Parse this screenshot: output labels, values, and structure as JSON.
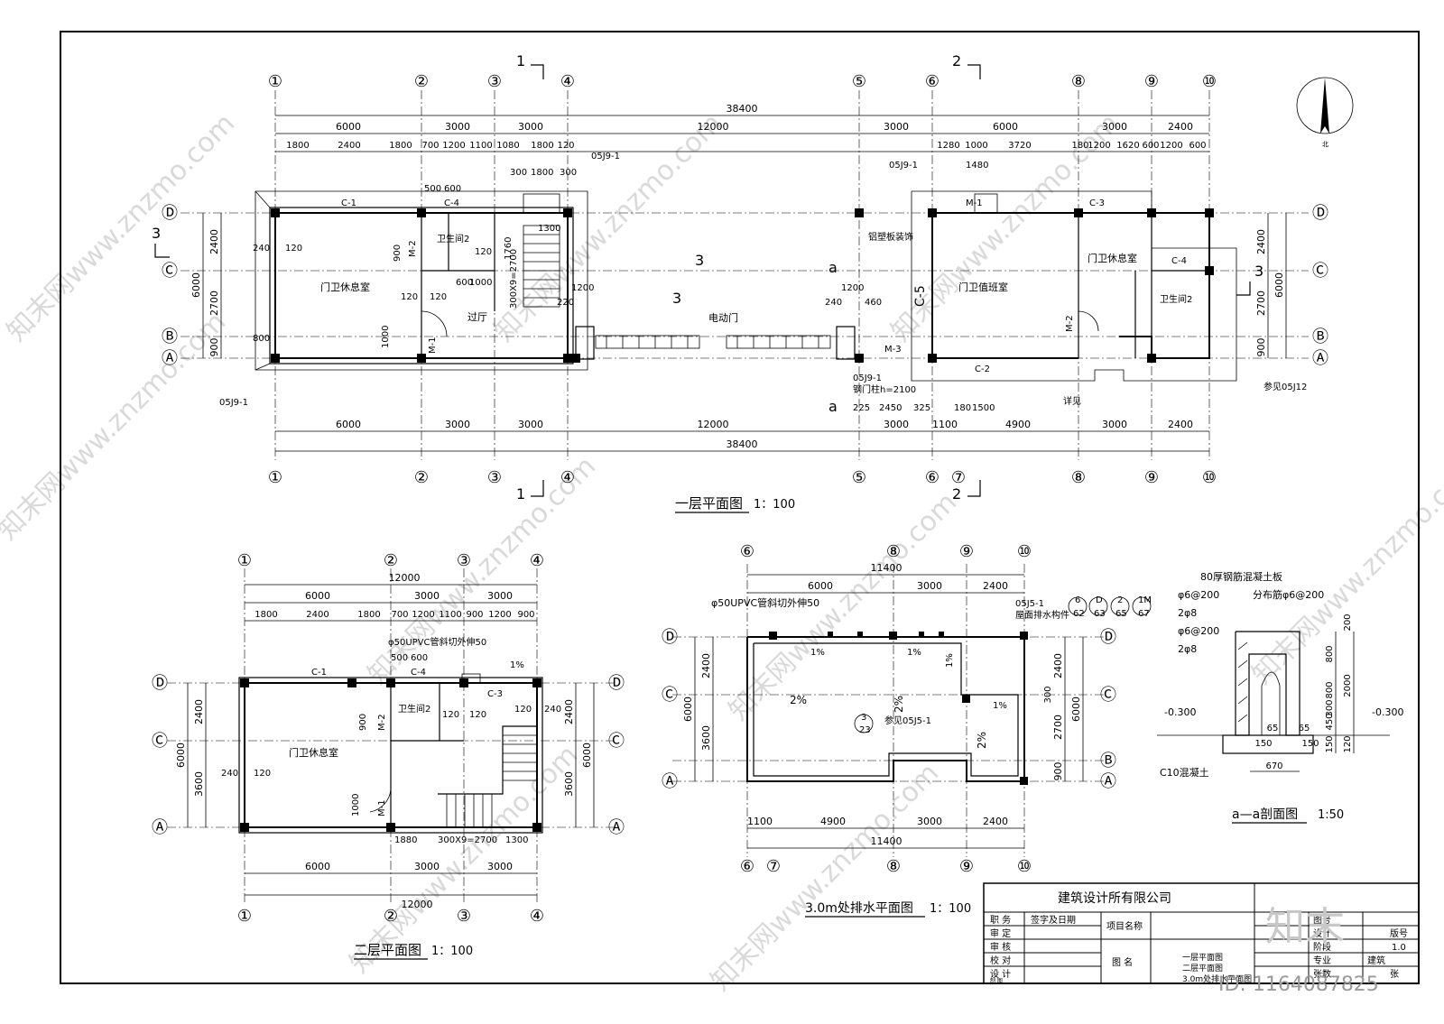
{
  "drawing": {
    "north_label": "北",
    "sheet_id": "ID: 1164087825",
    "logo_text": "知末",
    "watermark": "知末网www.znzmo.com"
  },
  "plan1": {
    "title": "一层平面图",
    "scale": "1：100",
    "axes_num": [
      "①",
      "②",
      "③",
      "④",
      "⑤",
      "⑥",
      "⑦",
      "⑧",
      "⑨",
      "⑩"
    ],
    "axes_letter": [
      "Ⓓ",
      "Ⓒ",
      "Ⓑ",
      "Ⓐ"
    ],
    "dims_top_total": "38400",
    "dims_top_2": [
      "6000",
      "3000",
      "3000",
      "12000",
      "3000",
      "6000",
      "3000",
      "2400"
    ],
    "dims_top_3": [
      "1800",
      "2400",
      "1800",
      "700",
      "1200",
      "1100",
      "1080",
      "1800",
      "120",
      "1280",
      "1000",
      "3720",
      "180",
      "1200",
      "1620",
      "600",
      "1200",
      "600"
    ],
    "dims_bottom_1": [
      "6000",
      "3000",
      "3000",
      "12000",
      "3000",
      "1100",
      "4900",
      "3000",
      "2400"
    ],
    "dims_bottom_total": "38400",
    "dims_left": [
      "2400",
      "2700",
      "900",
      "6000"
    ],
    "dims_right": [
      "2400",
      "2700",
      "900",
      "6000"
    ],
    "rooms": [
      "门卫休息室",
      "卫生间2",
      "过厅",
      "电动门",
      "门卫值班室",
      "门卫休息室",
      "卫生间2"
    ],
    "labels": [
      "C-1",
      "C-4",
      "M-2",
      "M-1",
      "C-2",
      "C-3",
      "C-4",
      "M-1",
      "M-2",
      "M-3",
      "C-5",
      "铝塑板装饰",
      "05J9-1",
      "钢门柱h=2100",
      "详见",
      "参见05J12",
      "300X9=2700"
    ],
    "section_marks": [
      "1",
      "2",
      "3",
      "a"
    ],
    "misc_dims": [
      "500",
      "600",
      "300",
      "1800",
      "1300",
      "1760",
      "1200",
      "240",
      "120",
      "900",
      "1000",
      "220",
      "800",
      "600",
      "1000",
      "225",
      "2450",
      "325",
      "180",
      "1500",
      "1480",
      "460"
    ]
  },
  "plan2": {
    "title": "二层平面图",
    "scale": "1：100",
    "axes_num": [
      "①",
      "②",
      "③",
      "④"
    ],
    "axes_letter": [
      "Ⓓ",
      "Ⓒ",
      "Ⓐ"
    ],
    "dims_top_total": "12000",
    "dims_top_2": [
      "6000",
      "3000",
      "3000"
    ],
    "dims_top_3": [
      "1800",
      "2400",
      "1800",
      "700",
      "1200",
      "1100",
      "900",
      "1200",
      "900"
    ],
    "dims_bottom_1": [
      "6000",
      "3000",
      "3000"
    ],
    "dims_bottom_total": "12000",
    "dims_left": [
      "2400",
      "3600",
      "6000"
    ],
    "dims_right": [
      "2400",
      "3600",
      "6000"
    ],
    "rooms": [
      "门卫休息室",
      "卫生间2"
    ],
    "labels": [
      "C-1",
      "C-4",
      "C-3",
      "M-2",
      "M-1",
      "φ50UPVC管斜切外伸50",
      "1880",
      "300X9=2700",
      "1300",
      "500",
      "600",
      "240",
      "120",
      "900",
      "1000",
      "1%"
    ]
  },
  "plan3": {
    "title": "3.0m处排水平面图",
    "scale": "1：100",
    "axes_num": [
      "⑥",
      "⑦",
      "⑧",
      "⑨",
      "⑩"
    ],
    "axes_letter": [
      "Ⓓ",
      "Ⓒ",
      "Ⓑ",
      "Ⓐ"
    ],
    "dims_top_total": "11400",
    "dims_top_2": [
      "6000",
      "3000",
      "2400"
    ],
    "dims_bottom_1": [
      "1100",
      "4900",
      "3000",
      "2400"
    ],
    "dims_bottom_total": "11400",
    "dims_left": [
      "2400",
      "3600",
      "6000"
    ],
    "dims_right": [
      "2400",
      "2700",
      "900",
      "6000",
      "300"
    ],
    "labels": [
      "φ50UPVC管斜切外伸50",
      "05J5-1",
      "屋面排水构件",
      "参见05J5-1",
      "2%",
      "1%"
    ],
    "refs": [
      "6",
      "62",
      "D",
      "63",
      "2",
      "65",
      "1M",
      "67",
      "3",
      "23"
    ]
  },
  "section": {
    "title": "a—a剖面图",
    "scale": "1:50",
    "labels": [
      "80厚钢筋混凝土板",
      "φ6@200",
      "分布筋φ6@200",
      "2φ8",
      "φ6@200",
      "2φ8",
      "-0.300",
      "-0.300",
      "C10混凝土"
    ],
    "dims": [
      "200",
      "800",
      "800",
      "450",
      "2000",
      "300",
      "150",
      "120",
      "65",
      "65",
      "150",
      "150",
      "670"
    ]
  },
  "title_block": {
    "company": "建筑设计所有限公司",
    "role_header": "职  务",
    "sign_header": "签字及日期",
    "project_name_label": "项目名称",
    "roles": [
      "审  定",
      "审  核",
      "校  对",
      "设  计",
      "制  图"
    ],
    "drawing_name_label": "图  名",
    "drawing_names": [
      "一层平面图",
      "二层平面图",
      "3.0m处排水平面图"
    ],
    "fields": [
      "图号",
      "设计",
      "阶段",
      "版号",
      "专业",
      "建筑",
      "张数",
      "张"
    ],
    "version": "1.0"
  }
}
